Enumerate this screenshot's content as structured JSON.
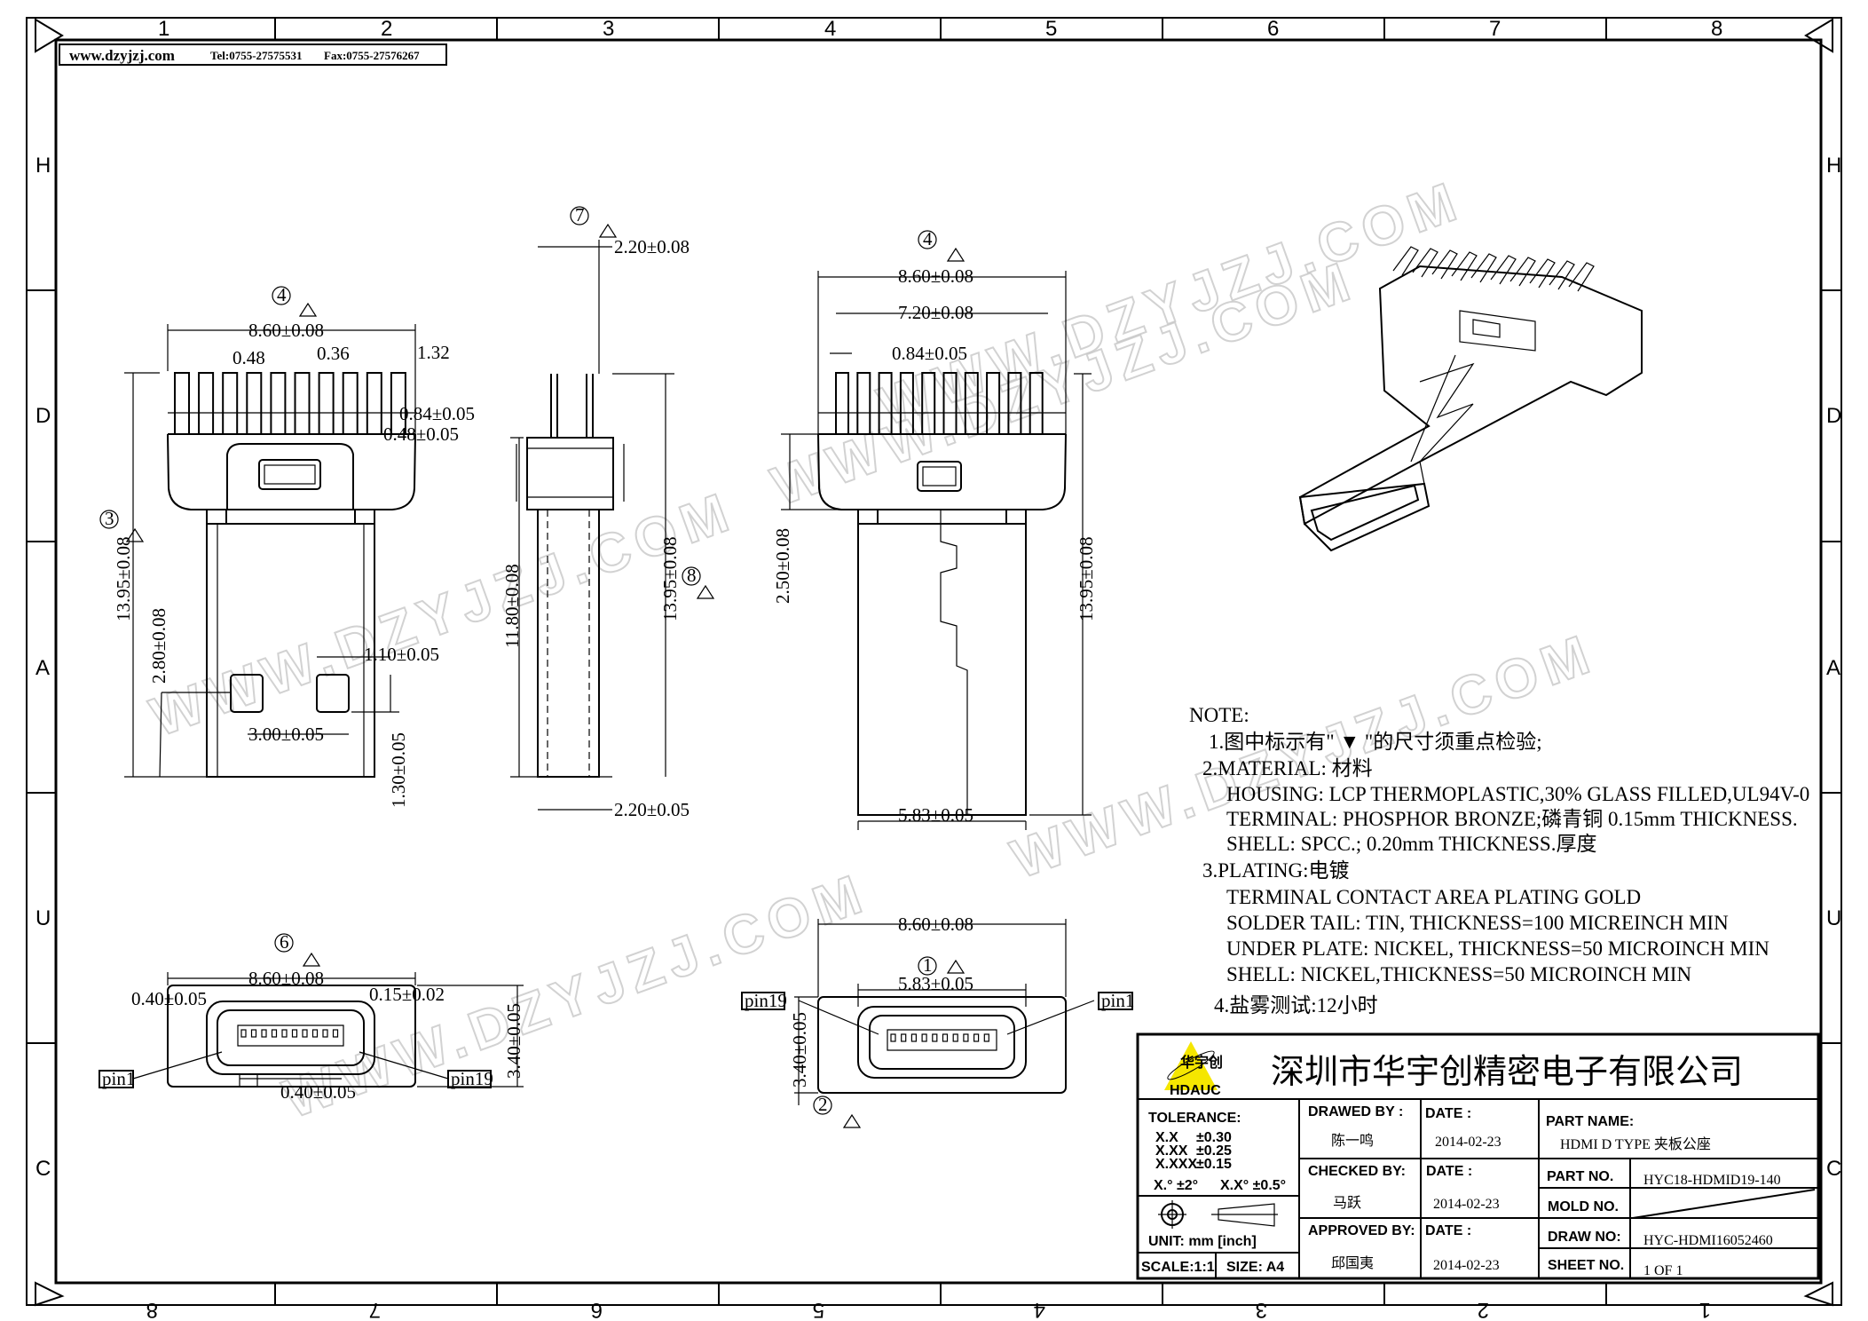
{
  "header": {
    "website": "www.dzyjzj.com",
    "tel": "Tel:0755-27575531",
    "fax": "Fax:0755-27576267"
  },
  "zones": {
    "top": [
      "1",
      "2",
      "3",
      "4",
      "5",
      "6",
      "7",
      "8"
    ],
    "bottom": [
      "8",
      "7",
      "6",
      "5",
      "4",
      "3",
      "2",
      "1"
    ],
    "rows": [
      "H",
      "D",
      "A",
      "U",
      "C"
    ]
  },
  "watermark": "WWW.DZYJZJ.COM",
  "views": {
    "top": {
      "balloon_width": "4",
      "balloon_length": "3",
      "width": "8.60±0.08",
      "fin_gap": "0.48",
      "fin_w": "0.36",
      "fin_end": "1.32",
      "d1": "0.84±0.05",
      "d2": "0.48±0.05",
      "length": "13.95±0.08",
      "hole_pos": "2.80±0.08",
      "hole_w": "1.10±0.05",
      "hole_pitch": "3.00±0.05",
      "hole_h": "1.30±0.05"
    },
    "side": {
      "balloon_top": "7",
      "balloon_len": "8",
      "top": "2.20±0.08",
      "shell_len": "11.80±0.08",
      "length": "13.95±0.08",
      "bottom": "2.20±0.05"
    },
    "bottom": {
      "balloon": "4",
      "width": "8.60±0.08",
      "inner": "7.20±0.08",
      "pitch": "0.84±0.05",
      "latch": "2.50±0.08",
      "length": "13.95±0.08",
      "shell_w": "5.83±0.05"
    },
    "front_left": {
      "balloon": "6",
      "width": "8.60±0.08",
      "left": "0.40±0.05",
      "right": "0.15±0.02",
      "height": "3.40±0.05",
      "pin_a": "pin1",
      "pin_b": "pin19",
      "bottom": "0.40±0.05"
    },
    "front_right": {
      "width": "8.60±0.08",
      "balloon_1": "1",
      "shell_w": "5.83±0.05",
      "pin_a": "pin19",
      "pin_b": "pin1",
      "height": "3.40±0.05",
      "balloon_2": "2"
    }
  },
  "notes": {
    "title": "NOTE:",
    "lines": [
      "1.图中标示有\" ▼ \"的尺寸须重点检验;",
      "2.MATERIAL: 材料",
      "HOUSING: LCP THERMOPLASTIC,30% GLASS FILLED,UL94V-0",
      "TERMINAL: PHOSPHOR BRONZE;磷青铜 0.15mm THICKNESS.",
      "SHELL: SPCC.; 0.20mm THICKNESS.厚度",
      "3.PLATING:电镀",
      "TERMINAL CONTACT AREA PLATING GOLD",
      "SOLDER TAIL: TIN, THICKNESS=100 MICREINCH MIN",
      "UNDER PLATE: NICKEL, THICKNESS=50 MICROINCH MIN",
      "SHELL: NICKEL,THICKNESS=50 MICROINCH MIN",
      "4.盐雾测试:12小时"
    ]
  },
  "title_block": {
    "company": "深圳市华宇创精密电子有限公司",
    "logo_text": "HDAUC",
    "logo_cn": "华宇创",
    "tolerance_label": "TOLERANCE:",
    "tolerances": [
      [
        "X.X",
        "±0.30"
      ],
      [
        "X.XX",
        "±0.25"
      ],
      [
        "X.XXX",
        "±0.15"
      ]
    ],
    "angle_tol": [
      "X.° ±2°",
      "X.X° ±0.5°"
    ],
    "unit": "UNIT:  mm  [inch]",
    "scale": "SCALE:1:1",
    "size": "SIZE:  A4",
    "drawed_by_label": "DRAWED BY :",
    "drawed_by": "陈一鸣",
    "checked_by_label": "CHECKED BY:",
    "checked_by": "马跃",
    "approved_by_label": "APPROVED BY:",
    "approved_by": "邱国夷",
    "date_label": "DATE :",
    "dates": [
      "2014-02-23",
      "2014-02-23",
      "2014-02-23"
    ],
    "part_name_label": "PART NAME:",
    "part_name": "HDMI D TYPE 夹板公座",
    "part_no_label": "PART NO.",
    "part_no": "HYC18-HDMID19-140",
    "mold_no_label": "MOLD NO.",
    "draw_no_label": "DRAW NO:",
    "draw_no": "HYC-HDMI16052460",
    "sheet_no_label": "SHEET NO.",
    "sheet_no": "1 OF 1"
  },
  "colors": {
    "ink": "#000000",
    "logo": "#f5e600",
    "watermark": "#c8c8c8"
  }
}
